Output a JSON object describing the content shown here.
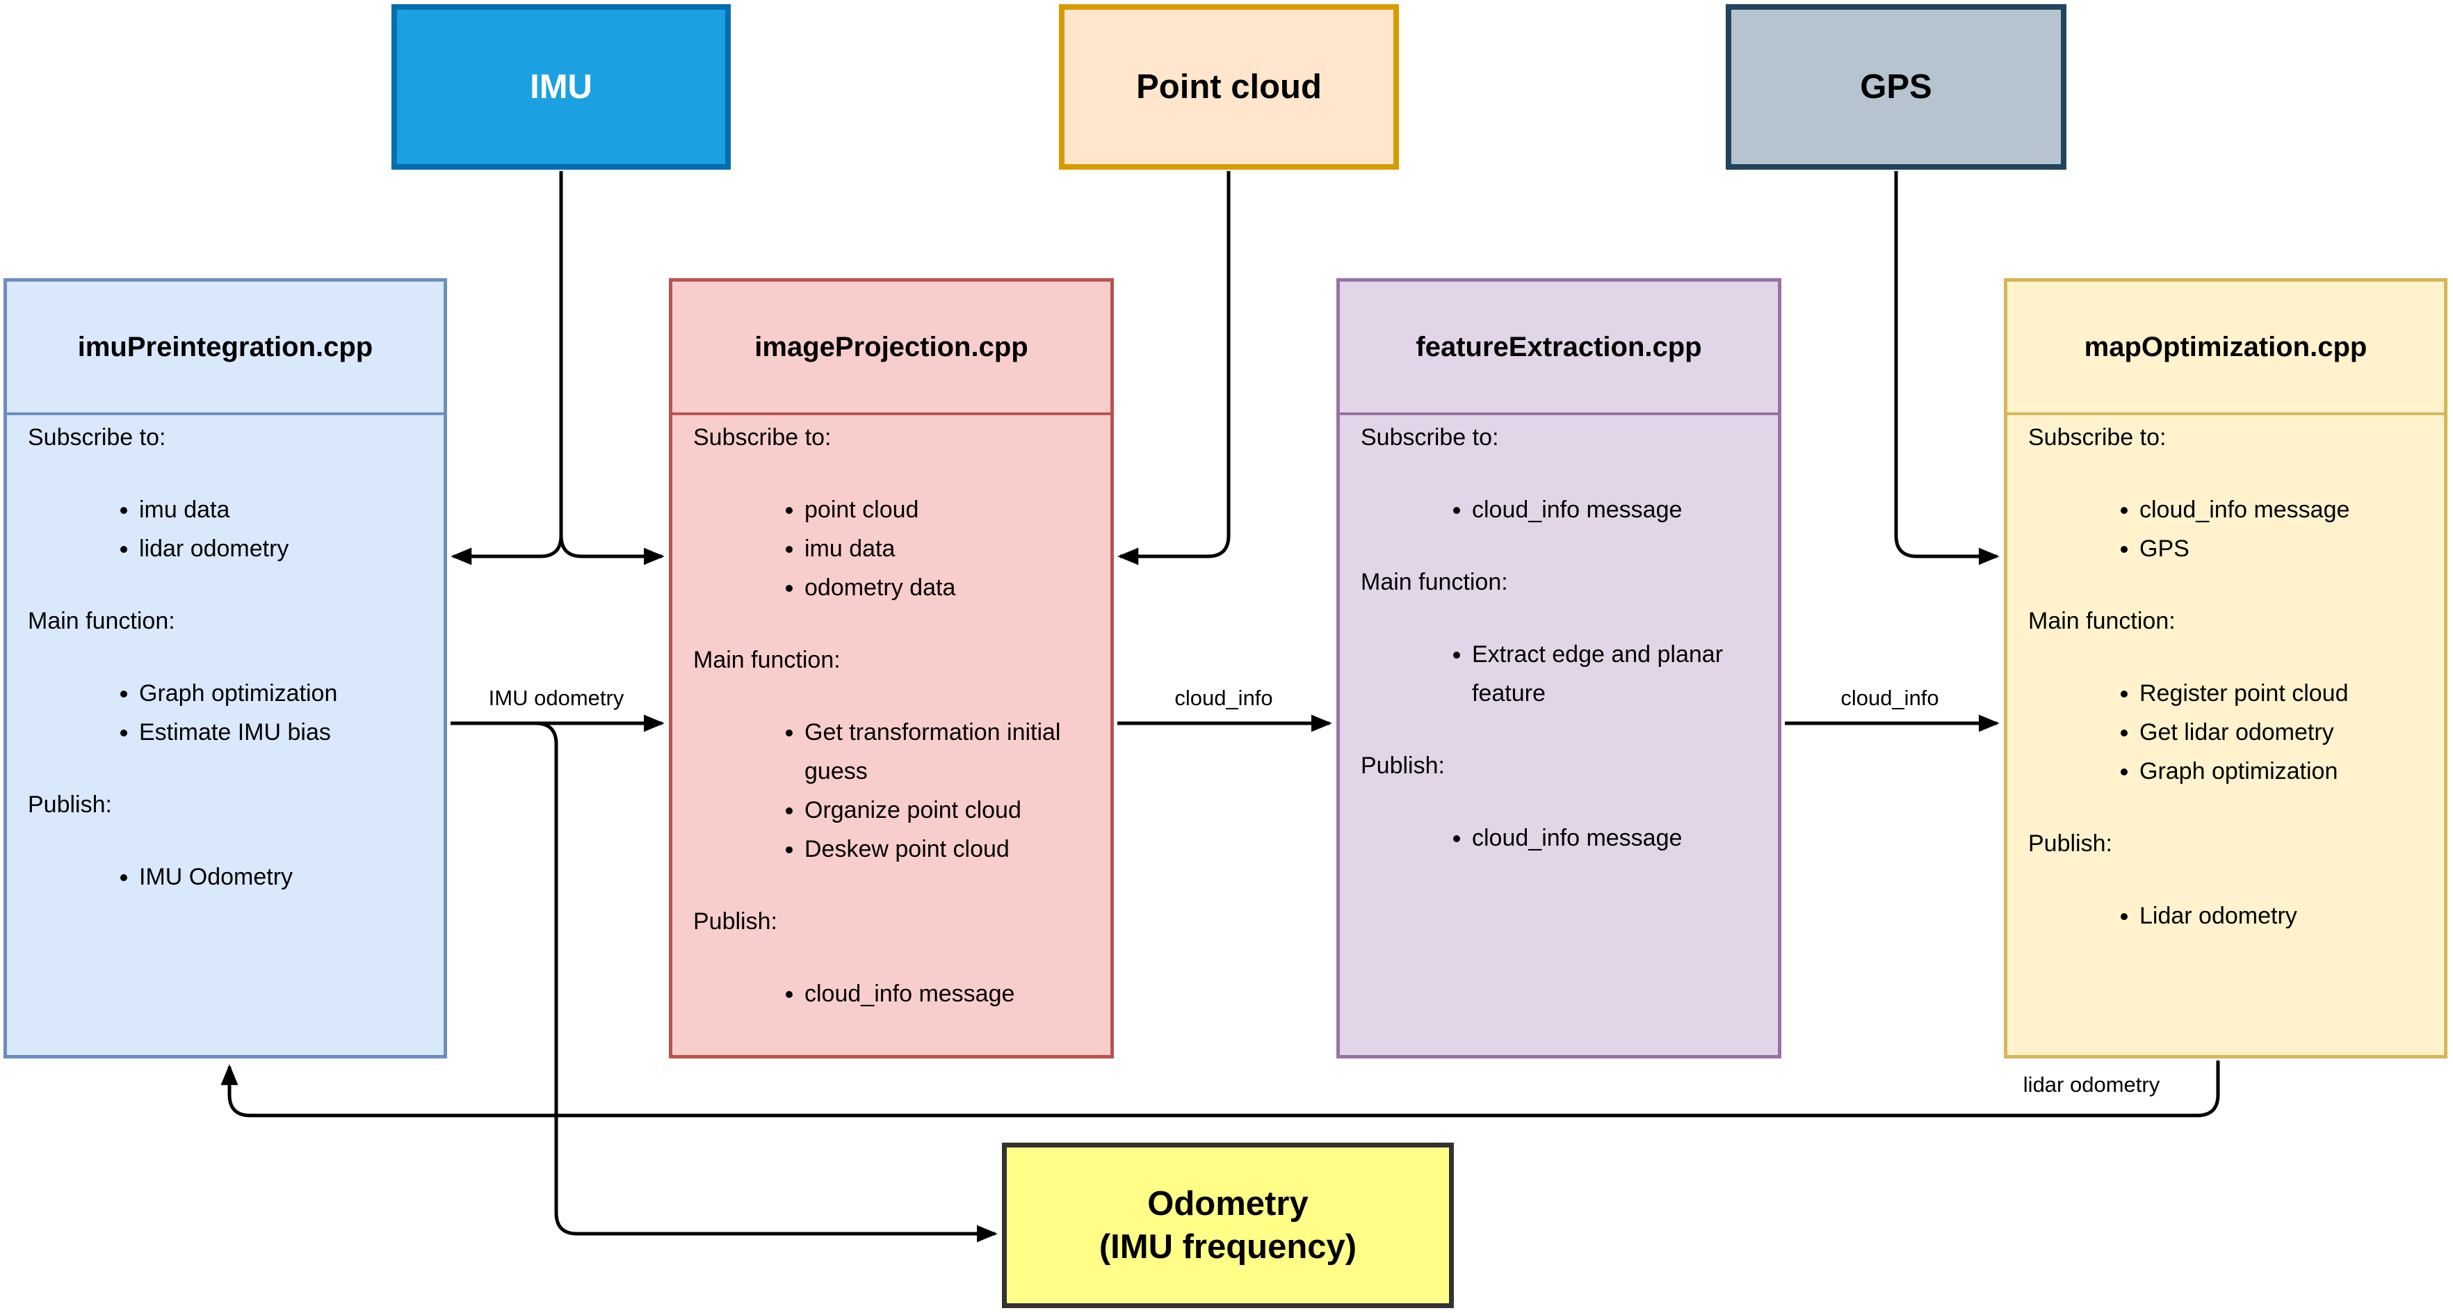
{
  "diagram": {
    "sources": [
      {
        "id": "imu",
        "label": "IMU"
      },
      {
        "id": "point_cloud",
        "label": "Point cloud"
      },
      {
        "id": "gps",
        "label": "GPS"
      }
    ],
    "modules": [
      {
        "title": "imuPreintegration.cpp",
        "sections": [
          {
            "label": "Subscribe to:",
            "items": [
              "imu data",
              "lidar odometry"
            ]
          },
          {
            "label": "Main function:",
            "items": [
              "Graph optimization",
              "Estimate IMU bias"
            ]
          },
          {
            "label": "Publish:",
            "items": [
              "IMU Odometry"
            ]
          }
        ]
      },
      {
        "title": "imageProjection.cpp",
        "sections": [
          {
            "label": "Subscribe to:",
            "items": [
              "point cloud",
              "imu data",
              "odometry data"
            ]
          },
          {
            "label": "Main function:",
            "items": [
              "Get transformation initial guess",
              "Organize point cloud",
              "Deskew point cloud"
            ]
          },
          {
            "label": "Publish:",
            "items": [
              "cloud_info message"
            ]
          }
        ]
      },
      {
        "title": "featureExtraction.cpp",
        "sections": [
          {
            "label": "Subscribe to:",
            "items": [
              "cloud_info message"
            ]
          },
          {
            "label": "Main function:",
            "items": [
              "Extract edge and planar feature"
            ]
          },
          {
            "label": "Publish:",
            "items": [
              "cloud_info message"
            ]
          }
        ]
      },
      {
        "title": "mapOptimization.cpp",
        "sections": [
          {
            "label": "Subscribe to:",
            "items": [
              "cloud_info message",
              "GPS"
            ]
          },
          {
            "label": "Main function:",
            "items": [
              "Register point cloud",
              "Get lidar odometry",
              "Graph optimization"
            ]
          },
          {
            "label": "Publish:",
            "items": [
              "Lidar odometry"
            ]
          }
        ]
      }
    ],
    "output": {
      "line1": "Odometry",
      "line2": "(IMU frequency)"
    },
    "edge_labels": {
      "imu_odometry": "IMU odometry",
      "cloud_info_1": "cloud_info",
      "cloud_info_2": "cloud_info",
      "lidar_odometry": "lidar odometry"
    },
    "edges": [
      {
        "from": "IMU",
        "to": "imuPreintegration.cpp",
        "label": ""
      },
      {
        "from": "IMU",
        "to": "imageProjection.cpp",
        "label": ""
      },
      {
        "from": "Point cloud",
        "to": "imageProjection.cpp",
        "label": ""
      },
      {
        "from": "GPS",
        "to": "mapOptimization.cpp",
        "label": ""
      },
      {
        "from": "imuPreintegration.cpp",
        "to": "imageProjection.cpp",
        "label": "IMU odometry"
      },
      {
        "from": "imuPreintegration.cpp",
        "to": "Odometry (IMU frequency)",
        "label": "IMU odometry"
      },
      {
        "from": "imageProjection.cpp",
        "to": "featureExtraction.cpp",
        "label": "cloud_info"
      },
      {
        "from": "featureExtraction.cpp",
        "to": "mapOptimization.cpp",
        "label": "cloud_info"
      },
      {
        "from": "mapOptimization.cpp",
        "to": "imuPreintegration.cpp",
        "label": "lidar odometry"
      }
    ],
    "colors": {
      "imu_fill": "#1BA1E2",
      "imu_stroke": "#006EAF",
      "imu_text": "#FFFFFF",
      "point_cloud_fill": "#FFE6CC",
      "point_cloud_stroke": "#D79B00",
      "gps_fill": "#B5C4CE",
      "gps_stroke": "#23445D",
      "imupreintegration_fill": "#DAE8FC",
      "imupreintegration_stroke": "#6C8EBF",
      "imageprojection_fill": "#F8CECC",
      "imageprojection_stroke": "#B85450",
      "featureextraction_fill": "#E1D5E7",
      "featureextraction_stroke": "#9673A6",
      "mapoptimization_fill": "#FFF2CC",
      "mapoptimization_stroke": "#D6B656",
      "odometry_fill": "#FFFF88",
      "odometry_stroke": "#333333",
      "connector": "#000000",
      "background": "#FFFFFF"
    }
  }
}
